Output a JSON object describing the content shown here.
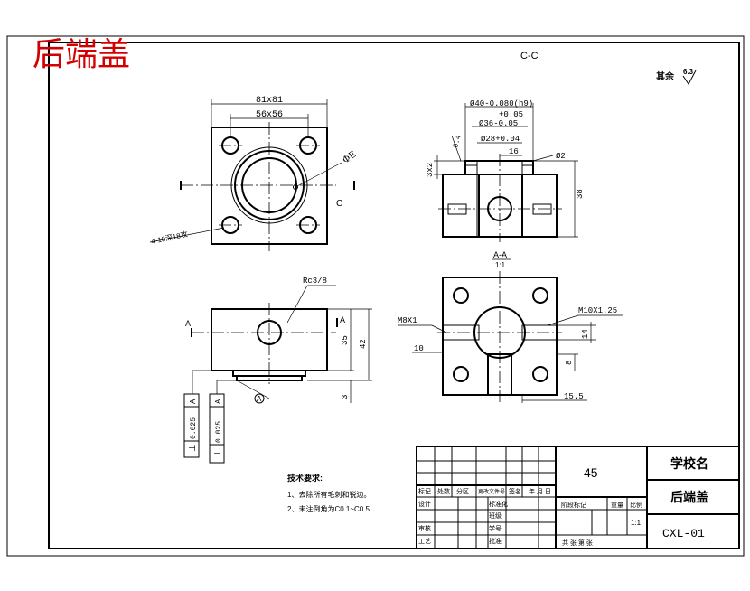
{
  "title_red": "后端盖",
  "section_label": "C-C",
  "finish_note": {
    "text": "其余",
    "value": "6.3"
  },
  "top_view": {
    "dim_outer": "81x81",
    "dim_inner": "56x56",
    "phi_label": "ΦE",
    "thread_note": "4-10深18攻",
    "section_mark": "C"
  },
  "section_cc": {
    "dia40": "Ø40-0.080(h9)",
    "tol_pos": "+0.05",
    "dia36": "Ø36-0.05",
    "dia28": "Ø28+0.04",
    "d16": "16",
    "phi2": "Ø2",
    "d38": "38",
    "d3x2": "3x2",
    "d045": "0.4"
  },
  "front_view": {
    "rc": "Rc3/8",
    "mark_a": "A",
    "d35": "35",
    "d42": "42",
    "d3": "3",
    "datum": "A",
    "tol_value": "0.025",
    "tol_datum": "A"
  },
  "section_aa": {
    "label": "A-A",
    "scale": "1:1",
    "m8": "M8X1",
    "m10": "M10X1.25",
    "d10": "10",
    "d14": "14",
    "d8": "8",
    "d155": "15.5"
  },
  "tech_req": {
    "heading": "技术要求:",
    "items": [
      "1、去除所有毛刺和锐边。",
      "2、未注倒角为C0.1~C0.5"
    ]
  },
  "title_block": {
    "material": "45",
    "school": "学校名",
    "part_name": "后端盖",
    "drawing_no": "CXL-01",
    "row_marks": [
      "标记",
      "处数",
      "分区",
      "更改文件号",
      "签名",
      "年 月 日"
    ],
    "design": "设计",
    "standardize": "标准化",
    "check": "审核",
    "process": "工艺",
    "class_lbl": "班级",
    "student_no": "学号",
    "approve": "批准",
    "stage_labels": [
      "阶段标记",
      "重量",
      "比例"
    ],
    "scale": "1:1",
    "sheets": "共    张  第    张"
  }
}
